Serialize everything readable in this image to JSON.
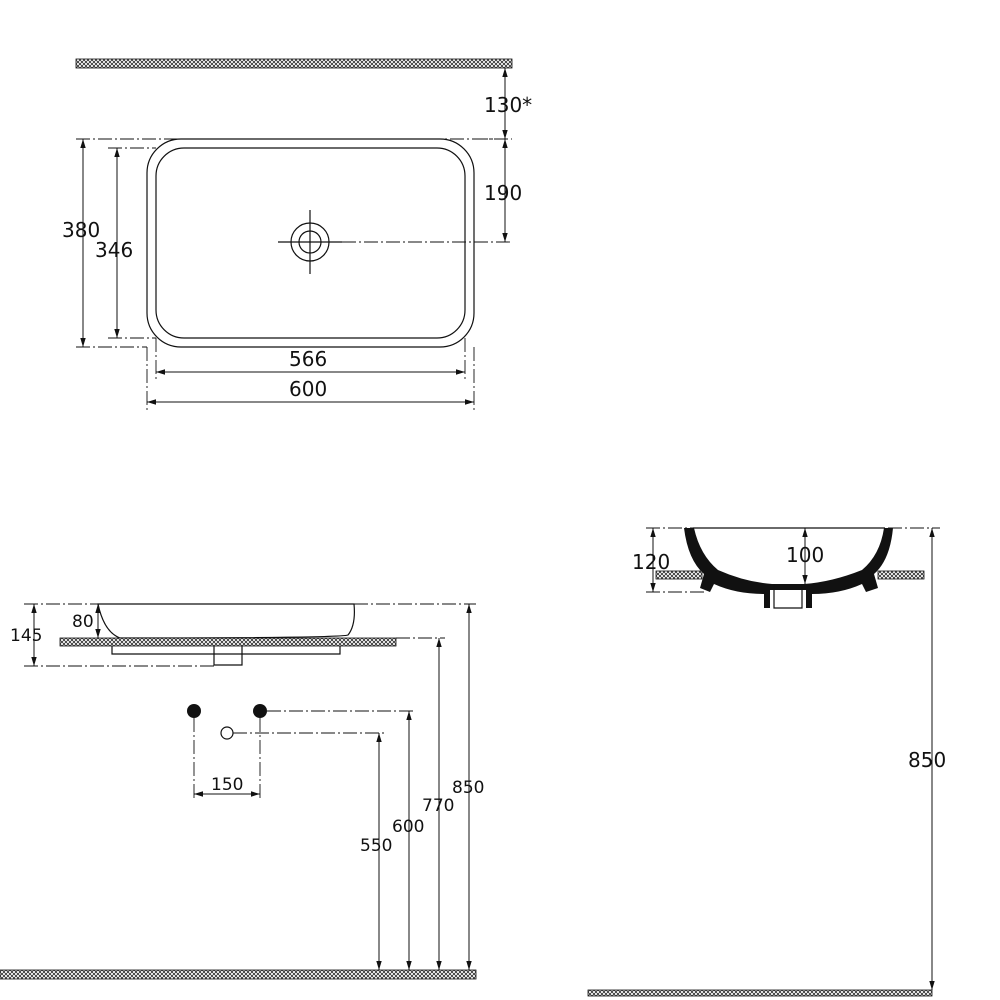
{
  "top_view": {
    "dim_offset": "130*",
    "dim_drain": "190",
    "dim_outer_depth": "380",
    "dim_inner_depth": "346",
    "dim_inner_width": "566",
    "dim_outer_width": "600"
  },
  "side_view": {
    "dim_total_height": "145",
    "dim_above_counter": "80",
    "dim_spacing": "150",
    "dim_550": "550",
    "dim_600": "600",
    "dim_770": "770",
    "dim_850": "850"
  },
  "section_view": {
    "dim_height": "120",
    "dim_drain": "100",
    "dim_850": "850"
  }
}
